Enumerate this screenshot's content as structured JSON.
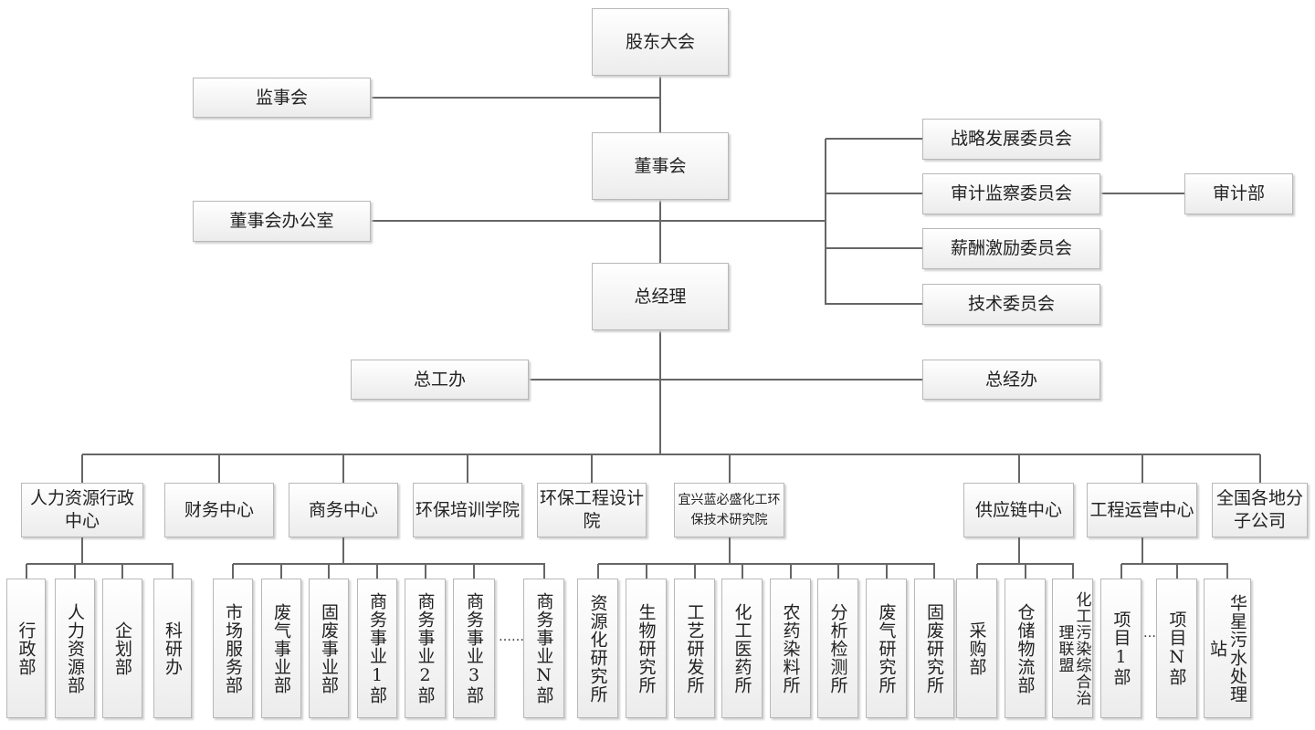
{
  "title": "组织架构图",
  "top": {
    "shareholders": "股东大会",
    "supervisory_board": "监事会",
    "board": "董事会",
    "board_office": "董事会办公室",
    "general_manager": "总经理",
    "chief_engineer_office": "总工办",
    "gm_office": "总经办"
  },
  "committees": [
    "战略发展委员会",
    "审计监察委员会",
    "薪酬激励委员会",
    "技术委员会"
  ],
  "audit_department": "审计部",
  "centers": [
    {
      "label": "人力资源行政中心",
      "children": [
        "行政部",
        "人力资源部",
        "企划部",
        "科研办"
      ]
    },
    {
      "label": "财务中心",
      "children": []
    },
    {
      "label": "商务中心",
      "children": [
        "市场服务部",
        "废气事业部",
        "固废事业部",
        "商务事业1部",
        "商务事业2部",
        "商务事业3部",
        "商务事业N部"
      ]
    },
    {
      "label": "环保培训学院",
      "children": []
    },
    {
      "label": "环保工程设计院",
      "children": []
    },
    {
      "label": "宜兴蓝必盛化工环保技术研究院",
      "children": [
        "资源化研究所",
        "生物研究所",
        "工艺研发所",
        "化工医药所",
        "农药染料所",
        "分析检测所",
        "废气研究所",
        "固废研究所"
      ]
    },
    {
      "label": "供应链中心",
      "children": [
        "采购部",
        "仓储物流部",
        "化工污染综合治理联盟"
      ]
    },
    {
      "label": "工程运营中心",
      "children": [
        "项目1部",
        "项目N部",
        "华星污水处理站"
      ]
    },
    {
      "label": "全国各地分子公司",
      "children": []
    }
  ],
  "ellipsis_business": "……",
  "ellipsis_projects": "…"
}
